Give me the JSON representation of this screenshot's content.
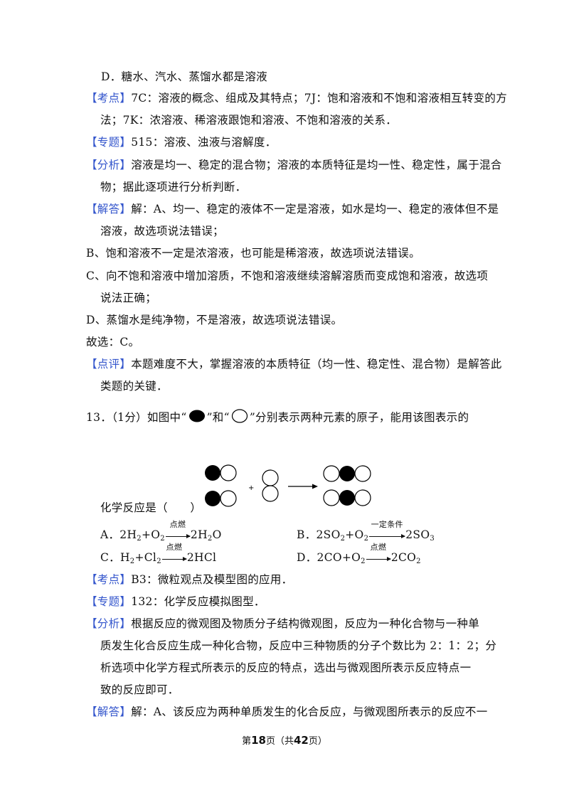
{
  "q12": {
    "option_d": "D．糖水、汽水、蒸馏水都是溶液",
    "kaodian_tag": "【考点】",
    "kaodian_1": "7C：溶液的概念、组成及其特点；7J：饱和溶液和不饱和溶液相互转变的方",
    "kaodian_2": "法；7K：浓溶液、稀溶液跟饱和溶液、不饱和溶液的关系．",
    "zhuanti_tag": "【专题】",
    "zhuanti": "515：溶液、浊液与溶解度．",
    "fenxi_tag": "【分析】",
    "fenxi_1": "溶液是均一、稳定的混合物；溶液的本质特征是均一性、稳定性，属于混合",
    "fenxi_2": "物；据此逐项进行分析判断．",
    "jieda_tag": "【解答】",
    "jieda_1": "解：A、均一、稳定的液体不一定是溶液，如水是均一、稳定的液体但不是",
    "jieda_2": "溶液，故选项说法错误；",
    "jieda_b": "B、饱和溶液不一定是浓溶液，也可能是稀溶液，故选项说法错误。",
    "jieda_c1": "C、向不饱和溶液中增加溶质，不饱和溶液继续溶解溶质而变成饱和溶液，故选项",
    "jieda_c2": "说法正确；",
    "jieda_d": "D、蒸馏水是纯净物，不是溶液，故选项说法错误。",
    "answer": "故选：C。",
    "dianping_tag": "【点评】",
    "dianping_1": "本题难度不大，掌握溶液的本质特征（均一性、稳定性、混合物）是解答此",
    "dianping_2": "类题的关键．"
  },
  "q13": {
    "stem_a": "13．（1分）如图中“",
    "stem_b": "”和“",
    "stem_c": "”分别表示两种元素的原子，能用该图表示的",
    "stem_2": "化学反应是（　　）",
    "plus": "+",
    "opt_a_label": "A．",
    "opt_b_label": "B．",
    "opt_c_label": "C．",
    "opt_d_label": "D．",
    "cond_ignite": "点燃",
    "cond_certain": "一定条件",
    "opt_a": {
      "p1": "2H",
      "s1": "2",
      "p2": "+O",
      "s2": "2",
      "p3": "2H",
      "s3": "2",
      "p4": "O"
    },
    "opt_b": {
      "p1": "2SO",
      "s1": "2",
      "p2": "+O",
      "s2": "2",
      "p3": "2SO",
      "s3": "3"
    },
    "opt_c": {
      "p1": "H",
      "s1": "2",
      "p2": "+Cl",
      "s2": "2",
      "p3": "2HCl"
    },
    "opt_d": {
      "p1": "2CO+O",
      "s1": "2",
      "p2": "2CO",
      "s2": "2"
    },
    "kaodian_tag": "【考点】",
    "kaodian": "B3：微粒观点及模型图的应用．",
    "zhuanti_tag": "【专题】",
    "zhuanti": "132：化学反应模拟图型．",
    "fenxi_tag": "【分析】",
    "fenxi_1": "根据反应的微观图及物质分子结构微观图，反应为一种化合物与一种单",
    "fenxi_2": "质发生化合反应生成一种化合物，反应中三种物质的分子个数比为 2：1：2；分",
    "fenxi_3": "析选项中化学方程式所表示的反应的特点，选出与微观图所表示反应特点一",
    "fenxi_4": "致的反应即可．",
    "jieda_tag": "【解答】",
    "jieda_1": "解：A、该反应为两种单质发生的化合反应，与微观图所表示的反应不一"
  },
  "footer": {
    "pre": "第",
    "page": "18",
    "mid": "页（共",
    "total": "42",
    "post": "页）"
  }
}
